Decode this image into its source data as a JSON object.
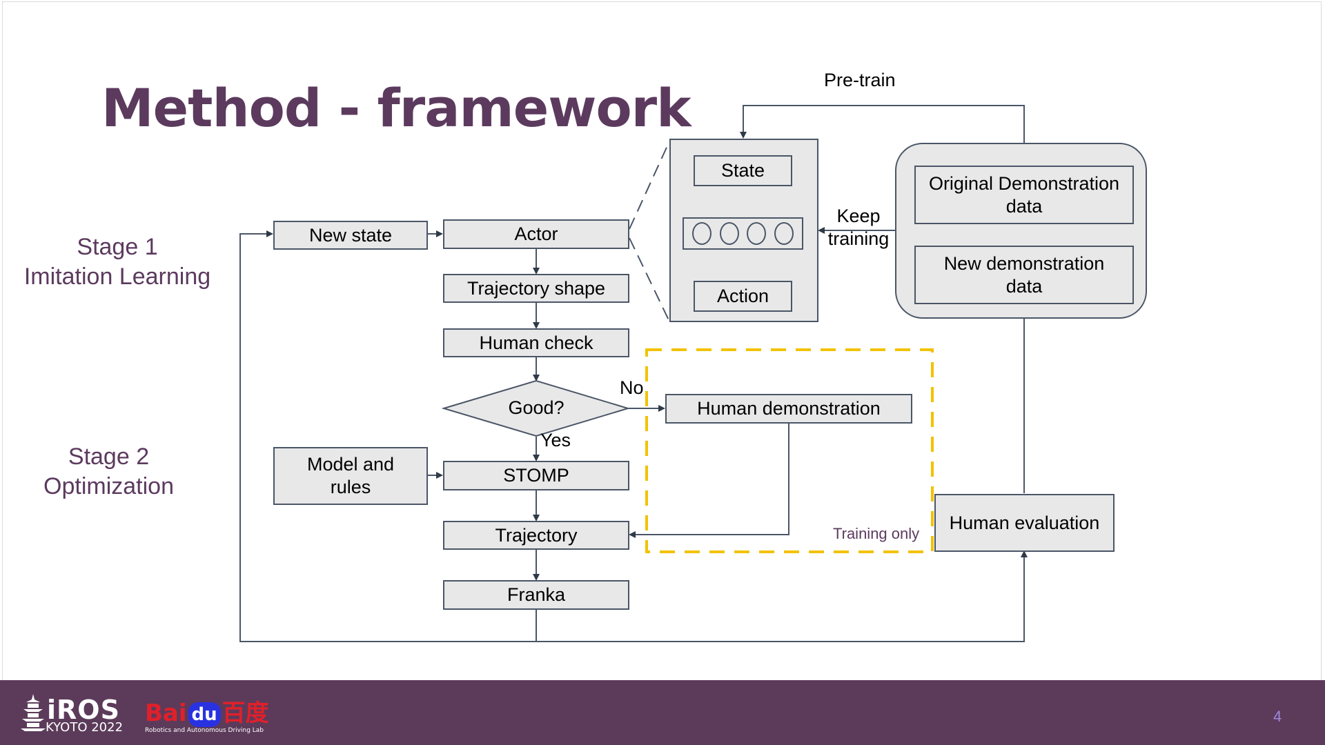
{
  "slide": {
    "title": "Method - framework",
    "page_number": "4"
  },
  "stages": {
    "stage1_line1": "Stage 1",
    "stage1_line2": "Imitation Learning",
    "stage2_line1": "Stage 2",
    "stage2_line2": "Optimization"
  },
  "flow": {
    "new_state": "New state",
    "actor": "Actor",
    "trajectory_shape": "Trajectory shape",
    "human_check": "Human check",
    "good": "Good?",
    "no_label": "No",
    "yes_label": "Yes",
    "human_demonstration": "Human demonstration",
    "model_rules_line1": "Model and",
    "model_rules_line2": "rules",
    "stomp": "STOMP",
    "trajectory": "Trajectory",
    "franka": "Franka",
    "training_only": "Training only",
    "human_evaluation": "Human evaluation"
  },
  "network": {
    "state": "State",
    "action": "Action",
    "keep_training_line1": "Keep",
    "keep_training_line2": "training",
    "pre_train": "Pre-train"
  },
  "data_store": {
    "original_line1": "Original Demonstration",
    "original_line2": "data",
    "new_line1": "New demonstration",
    "new_line2": "data"
  },
  "footer": {
    "iros_name": "iROS",
    "iros_sub": "KYOTO 2022",
    "baidu_name_left": "Bai",
    "baidu_name_mid": "du",
    "baidu_name_right": "百度",
    "baidu_sub": "Robotics and Autonomous Driving Lab"
  },
  "colors": {
    "title": "#5c3a5e",
    "box_fill": "#e8e8e8",
    "box_border": "#4a5566",
    "dashed_region": "#f2c200",
    "footer_bg": "#5c3b5a",
    "page_number": "#9b8ad9"
  }
}
